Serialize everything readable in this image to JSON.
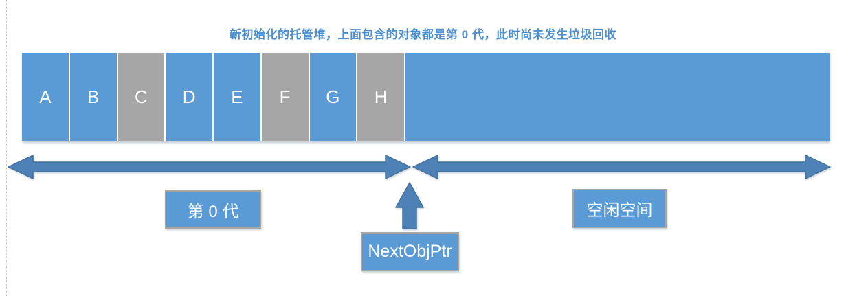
{
  "title": {
    "text": "新初始化的托管堆，上面包含的对象都是第 0 代，此时尚未发生垃圾回收"
  },
  "heap_bar": {
    "segments": [
      {
        "label": "A",
        "color": "#5B9BD5"
      },
      {
        "label": "B",
        "color": "#5B9BD5"
      },
      {
        "label": "C",
        "color": "#A6A6A6"
      },
      {
        "label": "D",
        "color": "#5B9BD5"
      },
      {
        "label": "E",
        "color": "#5B9BD5"
      },
      {
        "label": "F",
        "color": "#A6A6A6"
      },
      {
        "label": "G",
        "color": "#5B9BD5"
      },
      {
        "label": "H",
        "color": "#A6A6A6"
      }
    ]
  },
  "labels": {
    "generation0": "第 0 代",
    "free_space": "空闲空间",
    "next_obj_ptr": "NextObjPtr"
  },
  "colors": {
    "title_text": "#4E8FD0",
    "segment_letter": "#FFFFFF",
    "free_space_fill": "#5B9BD5",
    "arrow_fill": "#4E81B5",
    "arrow_stroke": "#41719C",
    "label_box_fill": "#5B9BD5",
    "label_box_border": "#A6A6A6",
    "label_text": "#FFFFFF"
  }
}
